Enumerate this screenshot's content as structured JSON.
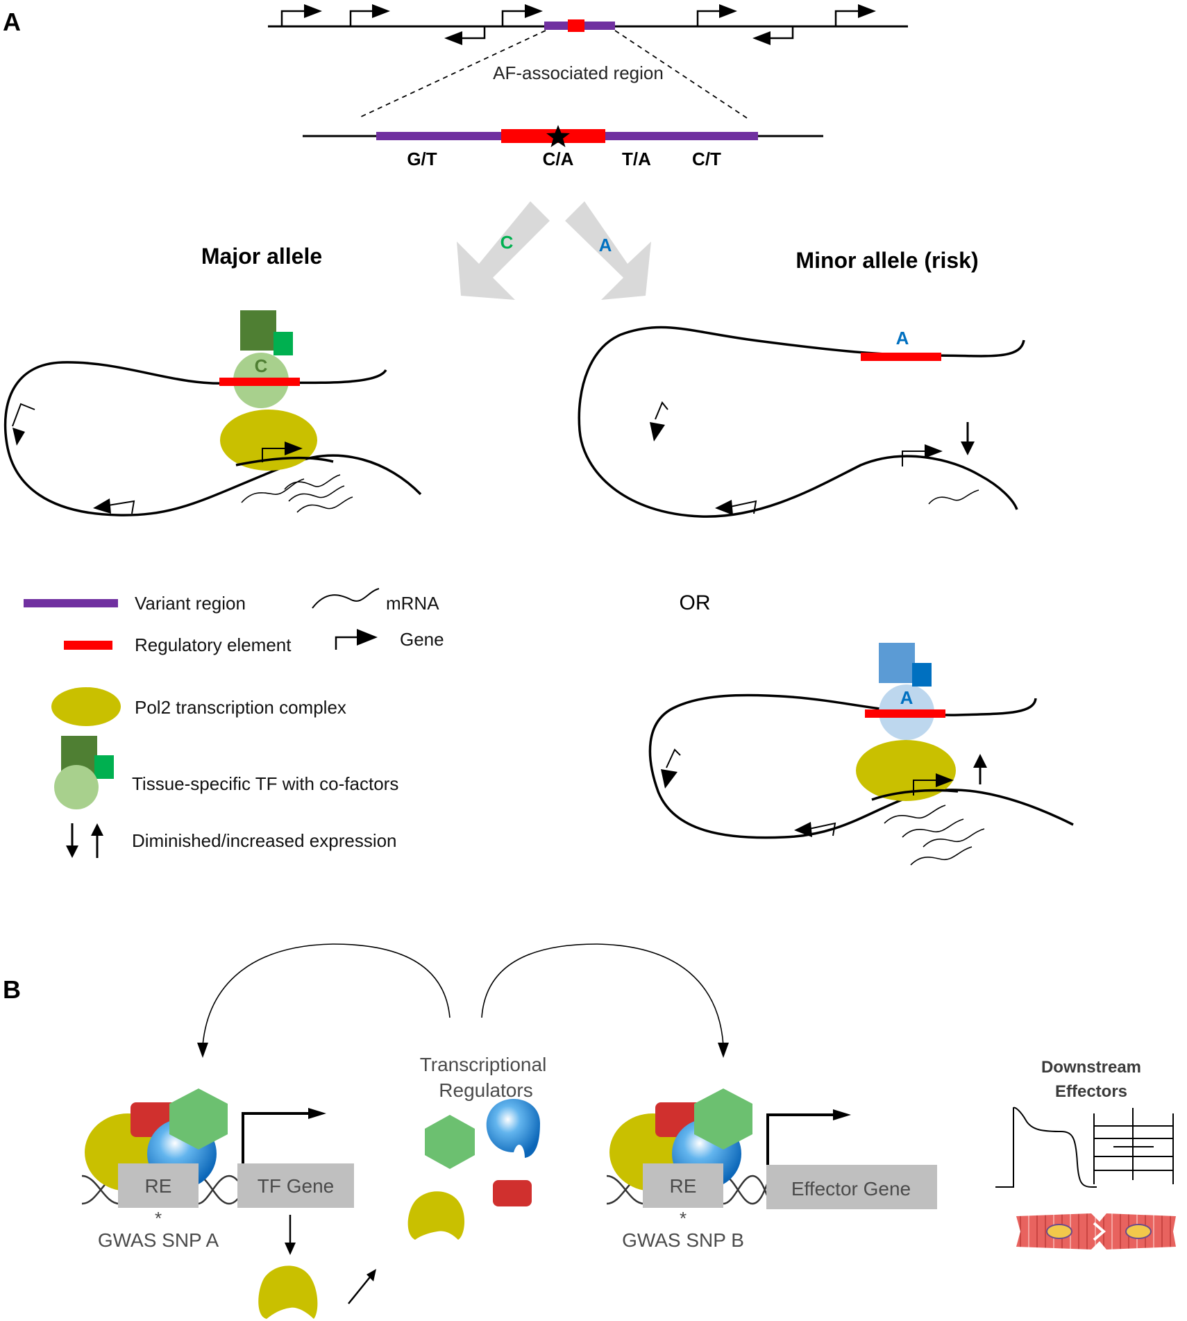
{
  "panel_a": {
    "label": "A",
    "region_label": "AF-associated region",
    "alleles": [
      "G/T",
      "C/A",
      "T/A",
      "C/T"
    ],
    "arrow_left_letter": "C",
    "arrow_right_letter": "A",
    "major_allele_title": "Major allele",
    "minor_allele_title": "Minor allele (risk)",
    "major_tf_letter": "C",
    "minor_re_letter": "A",
    "or_label": "OR",
    "minor_tf_letter": "A"
  },
  "legend": {
    "variant_region": "Variant region",
    "regulatory_element": "Regulatory element",
    "pol2": "Pol2 transcription complex",
    "tissue_tf": "Tissue-specific TF with co-factors",
    "expression": "Diminished/increased expression",
    "mrna": "mRNA",
    "gene": "Gene"
  },
  "panel_b": {
    "label": "B",
    "regulators_line1": "Transcriptional",
    "regulators_line2": "Regulators",
    "re_left": "RE",
    "tf_gene": "TF Gene",
    "snp_a_star": "*",
    "snp_a": "GWAS SNP A",
    "re_right": "RE",
    "effector_gene": "Effector Gene",
    "snp_b_star": "*",
    "snp_b": "GWAS SNP B",
    "downstream_line1": "Downstream",
    "downstream_line2": "Effectors"
  },
  "colors": {
    "purple": "#7030a0",
    "red": "#ff0000",
    "pol2": "#c9c000",
    "tf_dark": "#4f7f33",
    "tf_bright": "#00b050",
    "tf_light": "#a8d08d",
    "blue_dark": "#5b9bd5",
    "blue_bright": "#0070c0",
    "blue_light": "#bdd7ee",
    "green_text": "#00b050",
    "blue_text": "#0070c0",
    "grey_box": "#bfbfbf",
    "hexagon": "#6cc070",
    "red_block": "#d0302e"
  }
}
